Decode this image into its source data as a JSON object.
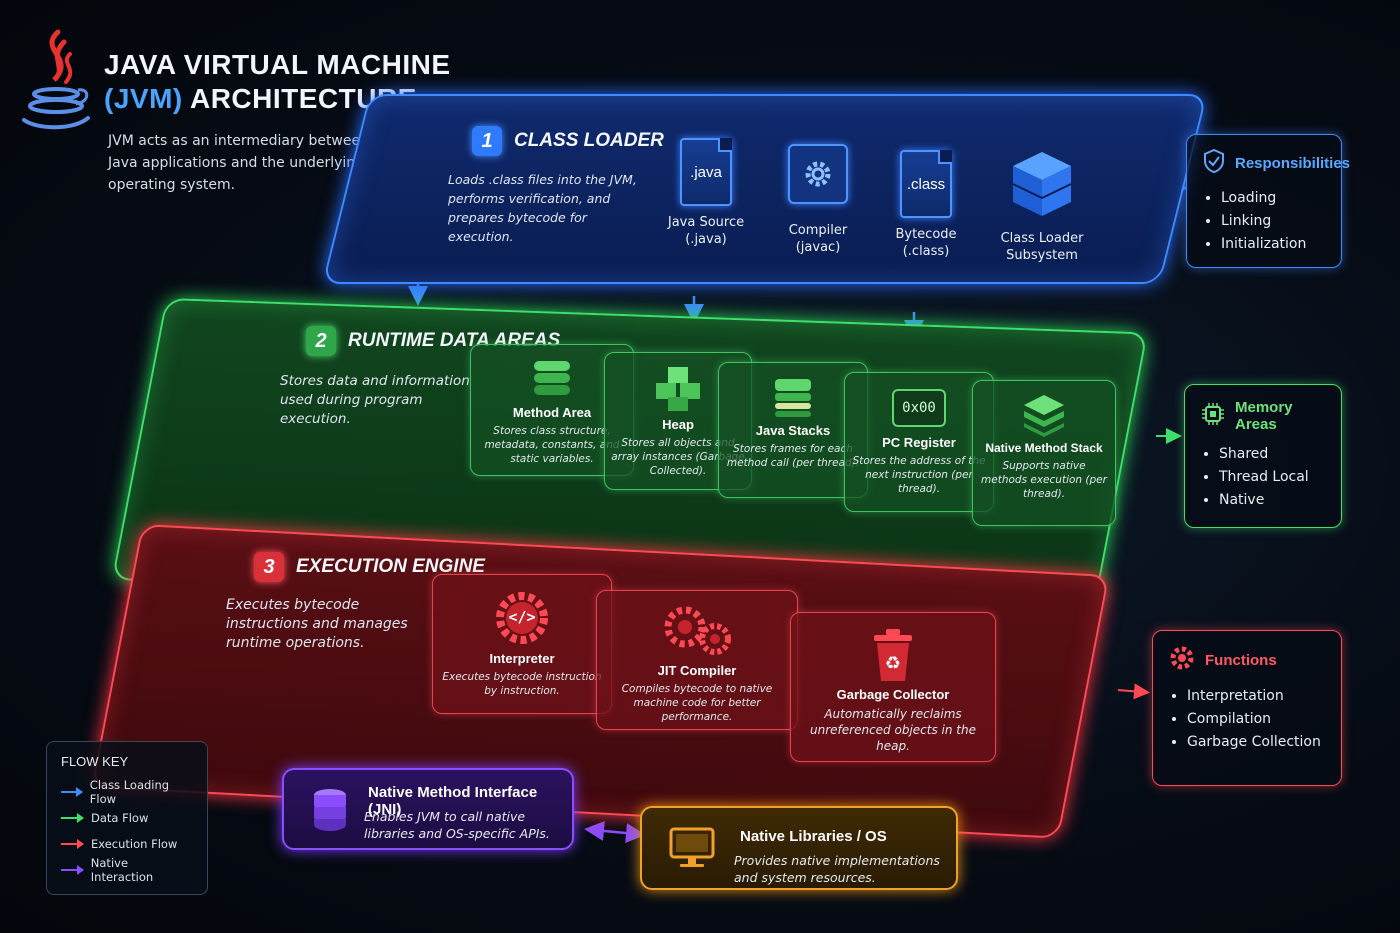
{
  "header": {
    "title_line1": "JAVA VIRTUAL MACHINE",
    "title_line2_hl": "(JVM)",
    "title_line2_rest": " ARCHITECTURE",
    "subtitle": "JVM acts as an intermediary between Java applications and the underlying operating system."
  },
  "class_loader": {
    "number": "1",
    "title": "CLASS LOADER",
    "desc": "Loads .class files into the JVM, performs verification, and prepares bytecode for execution.",
    "steps": [
      {
        "icon_text": ".java",
        "label": "Java Source (.java)"
      },
      {
        "icon": "gear-icon",
        "label": "Compiler (javac)"
      },
      {
        "icon_text": ".class",
        "label": "Bytecode (.class)"
      },
      {
        "icon": "cube-icon",
        "label": "Class Loader Subsystem"
      }
    ]
  },
  "runtime": {
    "number": "2",
    "title": "RUNTIME DATA AREAS",
    "desc": "Stores data and information used during program execution.",
    "cards": [
      {
        "title": "Method Area",
        "desc": "Stores class structure, metadata, constants, and static variables."
      },
      {
        "title": "Heap",
        "desc": "Stores all objects and array instances (Garbage Collected)."
      },
      {
        "title": "Java Stacks",
        "desc": "Stores frames for each method call (per thread)."
      },
      {
        "title": "PC Register",
        "icon_text": "0x00",
        "desc": "Stores the address of the next instruction (per thread)."
      },
      {
        "title": "Native Method Stack",
        "desc": "Supports native methods execution (per thread)."
      }
    ]
  },
  "execution": {
    "number": "3",
    "title": "EXECUTION ENGINE",
    "desc": "Executes bytecode instructions and manages runtime operations.",
    "cards": [
      {
        "title": "Interpreter",
        "icon_text": "</>",
        "desc": "Executes bytecode instruction by instruction."
      },
      {
        "title": "JIT Compiler",
        "desc": "Compiles bytecode to native machine code for better performance."
      },
      {
        "title": "Garbage Collector",
        "desc": "Automatically reclaims unreferenced objects in the heap."
      }
    ]
  },
  "side": {
    "responsibilities": {
      "title": "Responsibilities",
      "items": [
        "Loading",
        "Linking",
        "Initialization"
      ]
    },
    "memory": {
      "title": "Memory Areas",
      "items": [
        "Shared",
        "Thread Local",
        "Native"
      ]
    },
    "functions": {
      "title": "Functions",
      "items": [
        "Interpretation",
        "Compilation",
        "Garbage Collection"
      ]
    }
  },
  "jni": {
    "title": "Native Method Interface (JNI)",
    "desc": "Enables JVM to call native libraries and OS-specific APIs."
  },
  "os": {
    "title": "Native Libraries / OS",
    "desc": "Provides native implementations and system resources."
  },
  "flow_key": {
    "title": "FLOW KEY",
    "items": [
      {
        "label": "Class Loading Flow",
        "color": "#3d8bff"
      },
      {
        "label": "Data Flow",
        "color": "#3fe06a"
      },
      {
        "label": "Execution Flow",
        "color": "#ff4a55"
      },
      {
        "label": "Native Interaction",
        "color": "#8a4dff"
      }
    ]
  },
  "colors": {
    "blue": "#3d8bff",
    "green": "#3fe06a",
    "red": "#ff4a55",
    "purple": "#8a4dff",
    "orange": "#f0a12a"
  }
}
